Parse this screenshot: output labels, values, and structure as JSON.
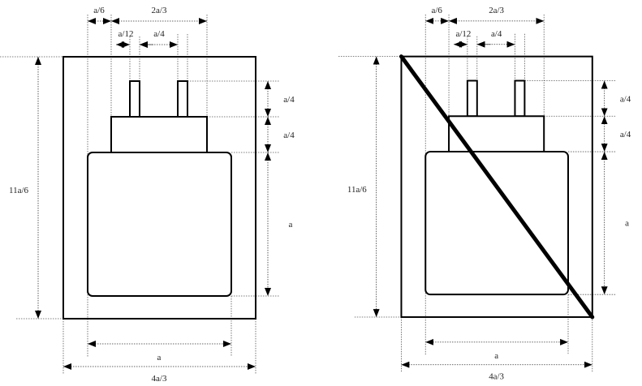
{
  "diagrams": [
    {
      "id": "left",
      "crossed": false,
      "labels": {
        "top_a6": "a/6",
        "top_2a3": "2a/3",
        "prong_width": "a/12",
        "prong_gap": "a/4",
        "prong_height": "a/4",
        "neck_height": "a/4",
        "body_height": "a",
        "total_height": "11a/6",
        "body_width": "a",
        "total_width": "4a/3"
      }
    },
    {
      "id": "right",
      "crossed": true,
      "labels": {
        "top_a6": "a/6",
        "top_2a3": "2a/3",
        "prong_width": "a/12",
        "prong_gap": "a/4",
        "prong_height": "a/4",
        "neck_height": "a/4",
        "body_height": "a",
        "total_height": "11a/6",
        "body_width": "a",
        "total_width": "4a/3"
      }
    }
  ],
  "colors": {
    "line": "#000000",
    "dim": "#333333"
  }
}
